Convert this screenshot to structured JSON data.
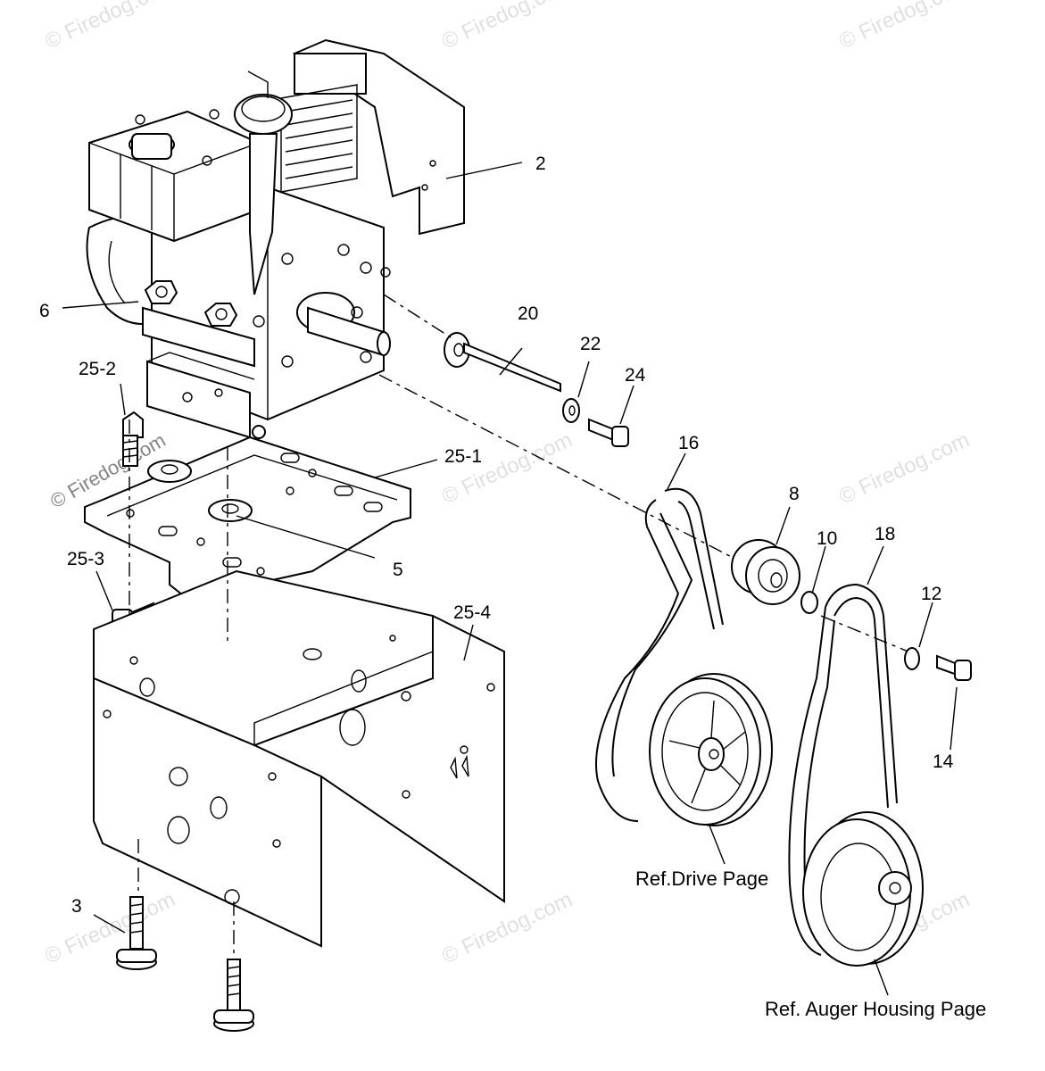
{
  "watermark": "© Firedog.com",
  "labels": {
    "p2": "2",
    "p3": "3",
    "p5": "5",
    "p6": "6",
    "p8": "8",
    "p10": "10",
    "p12": "12",
    "p14": "14",
    "p16": "16",
    "p18": "18",
    "p20": "20",
    "p22": "22",
    "p24": "24",
    "p25_1": "25-1",
    "p25_2": "25-2",
    "p25_3": "25-3",
    "p25_4": "25-4"
  },
  "references": {
    "drive": "Ref.Drive Page",
    "auger": "Ref. Auger Housing Page"
  }
}
